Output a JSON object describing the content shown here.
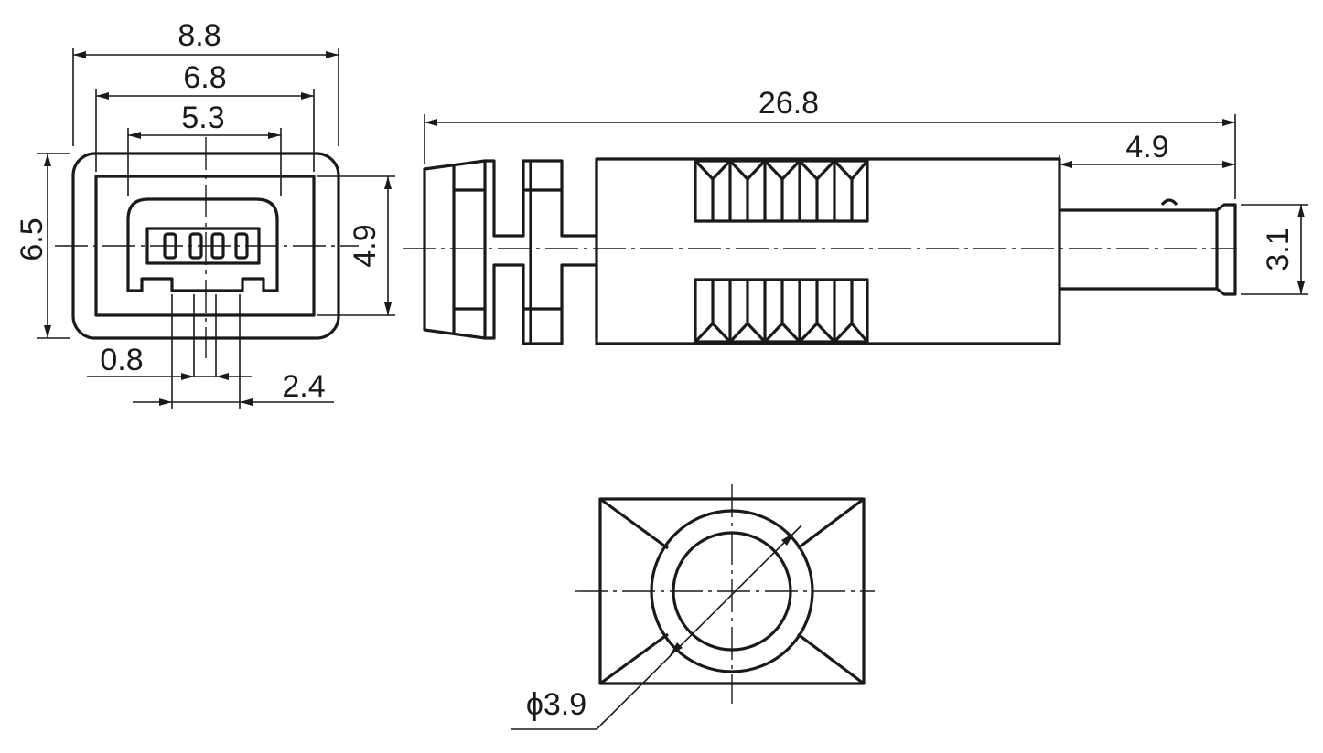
{
  "dimensions": {
    "overall_width": "8.8",
    "inner_width": "6.8",
    "socket_width": "5.3",
    "overall_height": "6.5",
    "inner_height": "4.9",
    "pin_width": "0.8",
    "pin_pitch": "2.4",
    "total_length": "26.8",
    "tail_length": "4.9",
    "tail_height": "3.1",
    "cable_diameter": "ϕ3.9"
  }
}
